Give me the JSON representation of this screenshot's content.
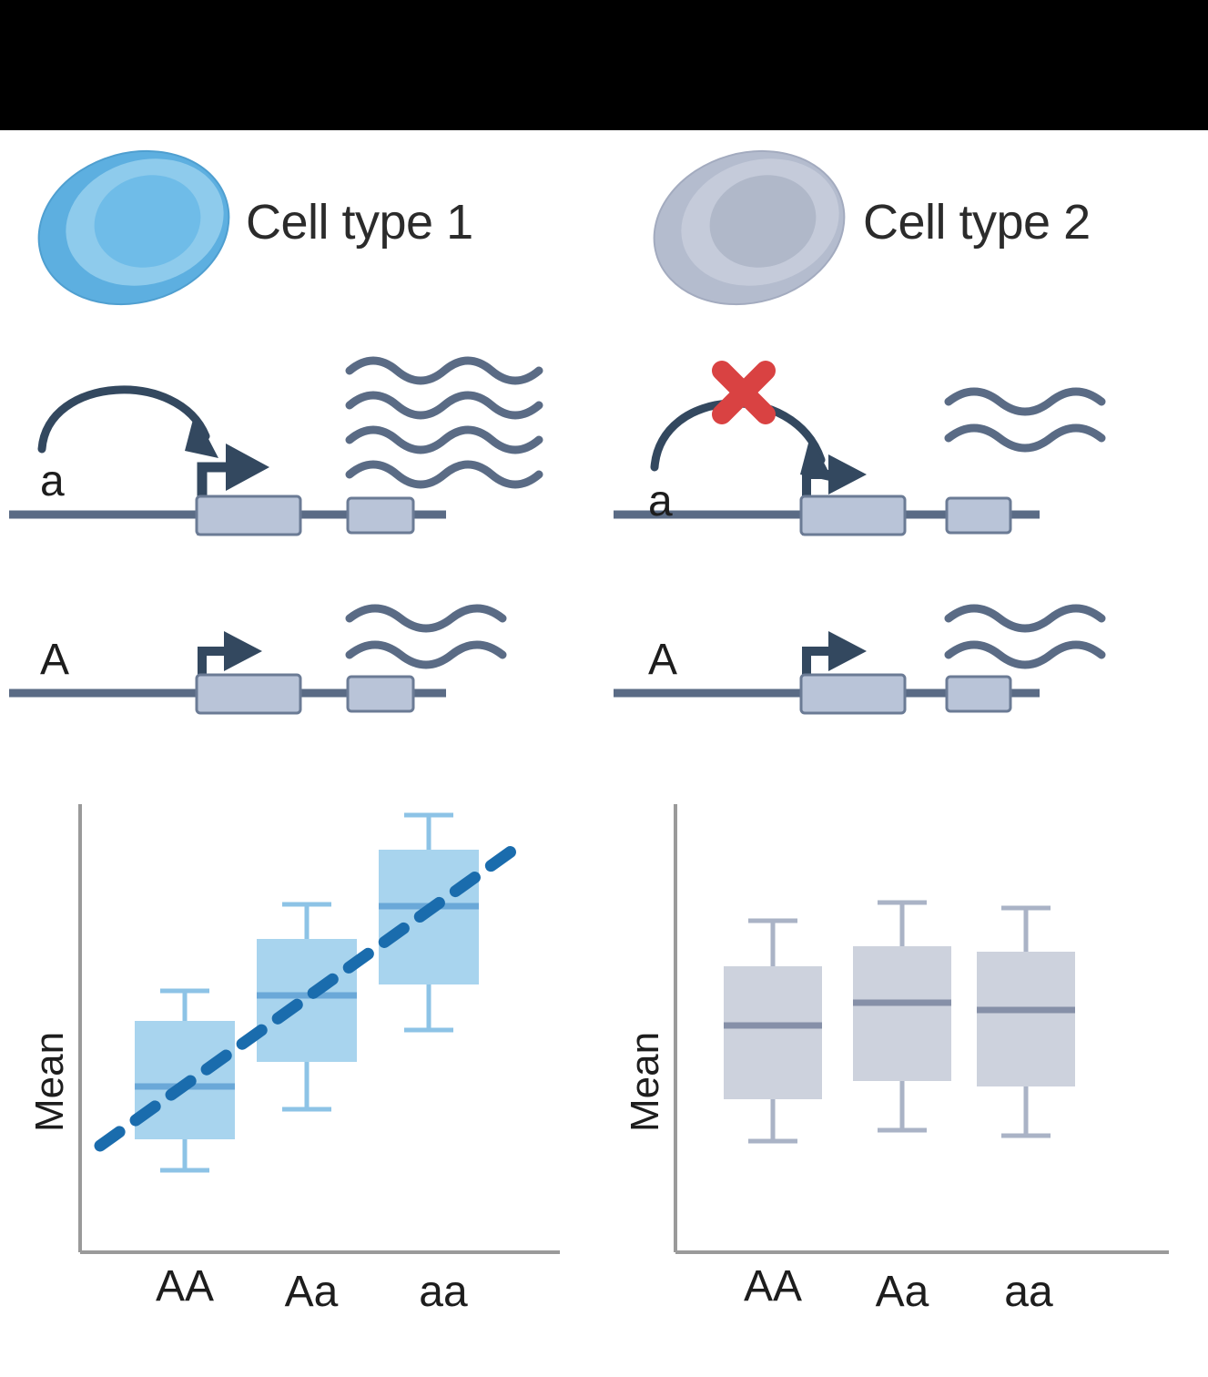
{
  "figure": {
    "type": "diagram",
    "description": "Cell-type-specific eQTL schematic: enhancer-promoter interaction active in cell type 1 and blocked in cell type 2, with matching genotype boxplots."
  },
  "colors": {
    "cell1_outer": "#5dafe0",
    "cell1_mid": "#8ecbec",
    "cell1_nucleus": "#6fbce8",
    "cell2_outer": "#b4bcce",
    "cell2_mid": "#c5cbda",
    "cell2_nucleus": "#b0b8c9",
    "gene_line": "#5a6b85",
    "exon_fill": "#b9c4d8",
    "exon_stroke": "#6b7b95",
    "mrna": "#5a6b85",
    "arc": "#33485f",
    "cross_red": "#d94242",
    "box_blue_fill": "#a8d4ee",
    "box_blue_median": "#6aa8d8",
    "box_blue_whisker": "#8dc3e6",
    "trendline": "#1a6cad",
    "box_gray_fill": "#cdd2dd",
    "box_gray_median": "#8690a8",
    "box_gray_whisker": "#aab3c6",
    "axis": "#9a9a9a",
    "text": "#1d1d1d"
  },
  "panels": [
    {
      "id": "cell-type-1",
      "title": "Cell type 1",
      "cell_icon": "cell-blue-icon",
      "alleles": [
        {
          "letter": "a",
          "has_enhancer_arc": true,
          "arc_blocked": false,
          "mrna_count": 4,
          "note": "enhancer contacts promoter, high expression"
        },
        {
          "letter": "A",
          "has_enhancer_arc": false,
          "arc_blocked": false,
          "mrna_count": 2,
          "note": "baseline expression"
        }
      ],
      "chart_data": {
        "type": "box",
        "title": "",
        "xlabel": "",
        "ylabel": "Mean",
        "categories": [
          "AA",
          "Aa",
          "aa"
        ],
        "grid": false,
        "legend": "none",
        "ylim": [
          0,
          100
        ],
        "boxes": [
          {
            "category": "AA",
            "whisker_low": 8,
            "q1": 22,
            "median": 40,
            "q3": 55,
            "whisker_high": 70
          },
          {
            "category": "Aa",
            "whisker_low": 25,
            "q1": 42,
            "median": 60,
            "q3": 76,
            "whisker_high": 90
          },
          {
            "category": "aa",
            "whisker_low": 42,
            "q1": 58,
            "median": 76,
            "q3": 90,
            "whisker_high": 97
          }
        ],
        "trendline": {
          "style": "dashed",
          "x_start": "left-of-AA",
          "x_end": "right-of-aa",
          "y_start": 30,
          "y_end": 88,
          "direction": "increasing"
        },
        "annotation": "expression increases with dosage of the a allele"
      }
    },
    {
      "id": "cell-type-2",
      "title": "Cell type 2",
      "cell_icon": "cell-gray-icon",
      "alleles": [
        {
          "letter": "a",
          "has_enhancer_arc": true,
          "arc_blocked": true,
          "block_marker": "red-x-icon",
          "mrna_count": 2,
          "note": "enhancer-promoter contact blocked, baseline expression"
        },
        {
          "letter": "A",
          "has_enhancer_arc": false,
          "arc_blocked": false,
          "mrna_count": 2,
          "note": "baseline expression"
        }
      ],
      "chart_data": {
        "type": "box",
        "title": "",
        "xlabel": "",
        "ylabel": "Mean",
        "categories": [
          "AA",
          "Aa",
          "aa"
        ],
        "grid": false,
        "legend": "none",
        "ylim": [
          0,
          100
        ],
        "boxes": [
          {
            "category": "AA",
            "whisker_low": 18,
            "q1": 32,
            "median": 55,
            "q3": 72,
            "whisker_high": 86
          },
          {
            "category": "Aa",
            "whisker_low": 22,
            "q1": 34,
            "median": 62,
            "q3": 78,
            "whisker_high": 92
          },
          {
            "category": "aa",
            "whisker_low": 21,
            "q1": 33,
            "median": 60,
            "q3": 76,
            "whisker_high": 90
          }
        ],
        "trendline": null,
        "annotation": "no association between genotype and expression"
      }
    }
  ]
}
